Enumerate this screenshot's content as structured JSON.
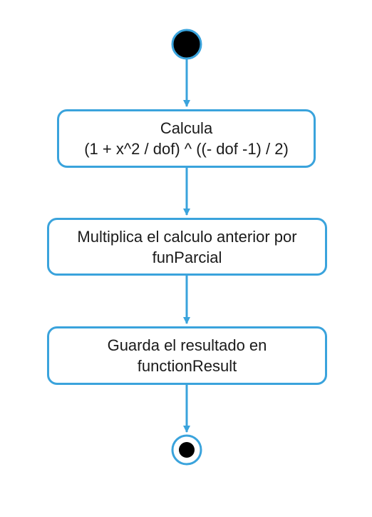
{
  "colors": {
    "stroke": "#3aa3dc",
    "start_fill": "#000000",
    "text": "#1a1a1a",
    "background": "#ffffff"
  },
  "diagram": {
    "type": "activity-flow",
    "start": {
      "kind": "initial-node"
    },
    "steps": [
      {
        "line1": "Calcula",
        "line2": "(1 + x^2 / dof) ^ ((- dof -1) / 2)"
      },
      {
        "line1": "Multiplica el calculo anterior por",
        "line2": "funParcial"
      },
      {
        "line1": "Guarda el resultado en",
        "line2": "functionResult"
      }
    ],
    "end": {
      "kind": "final-node"
    }
  }
}
